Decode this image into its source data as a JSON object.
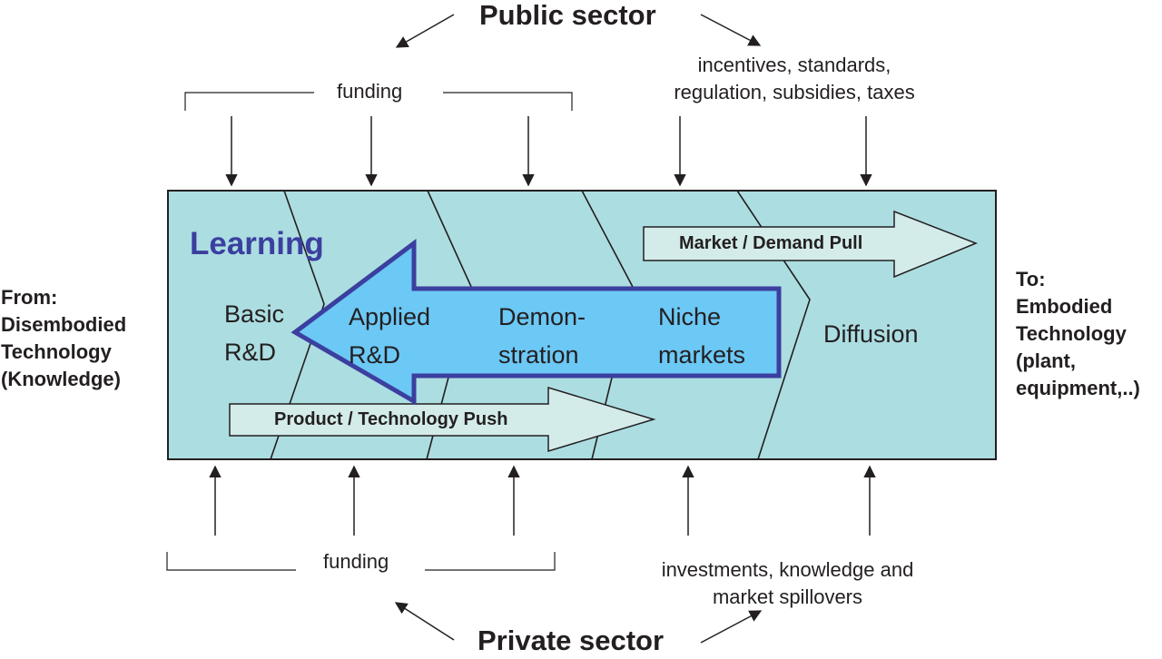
{
  "public_sector": {
    "title": "Public sector",
    "funding_label": "funding",
    "policy_line1": "incentives, standards,",
    "policy_line2": "regulation, subsidies, taxes"
  },
  "private_sector": {
    "title": "Private sector",
    "funding_label": "funding",
    "investment_line1": "investments, knowledge and",
    "investment_line2": "market spillovers"
  },
  "from_side": [
    "From:",
    "Disembodied",
    "Technology",
    "(Knowledge)"
  ],
  "to_side": [
    "To:",
    "Embodied",
    "Technology",
    "(plant,",
    "equipment,..)"
  ],
  "learning_label": "Learning",
  "stages": [
    {
      "line1": "Basic",
      "line2": "R&D"
    },
    {
      "line1": "Applied",
      "line2": "R&D"
    },
    {
      "line1": "Demon-",
      "line2": "stration"
    },
    {
      "line1": "Niche",
      "line2": "markets"
    },
    {
      "line1": "Diffusion",
      "line2": ""
    }
  ],
  "market_pull_label": "Market / Demand  Pull",
  "tech_push_label": "Product / Technology  Push",
  "colors": {
    "box_fill": "#acdde1",
    "learning_arrow_fill": "#6cc8f5",
    "learning_arrow_stroke": "#3b3f9f",
    "learning_text": "#3b3f9f",
    "pull_push_fill": "#d3ecea",
    "line": "#231f20"
  }
}
